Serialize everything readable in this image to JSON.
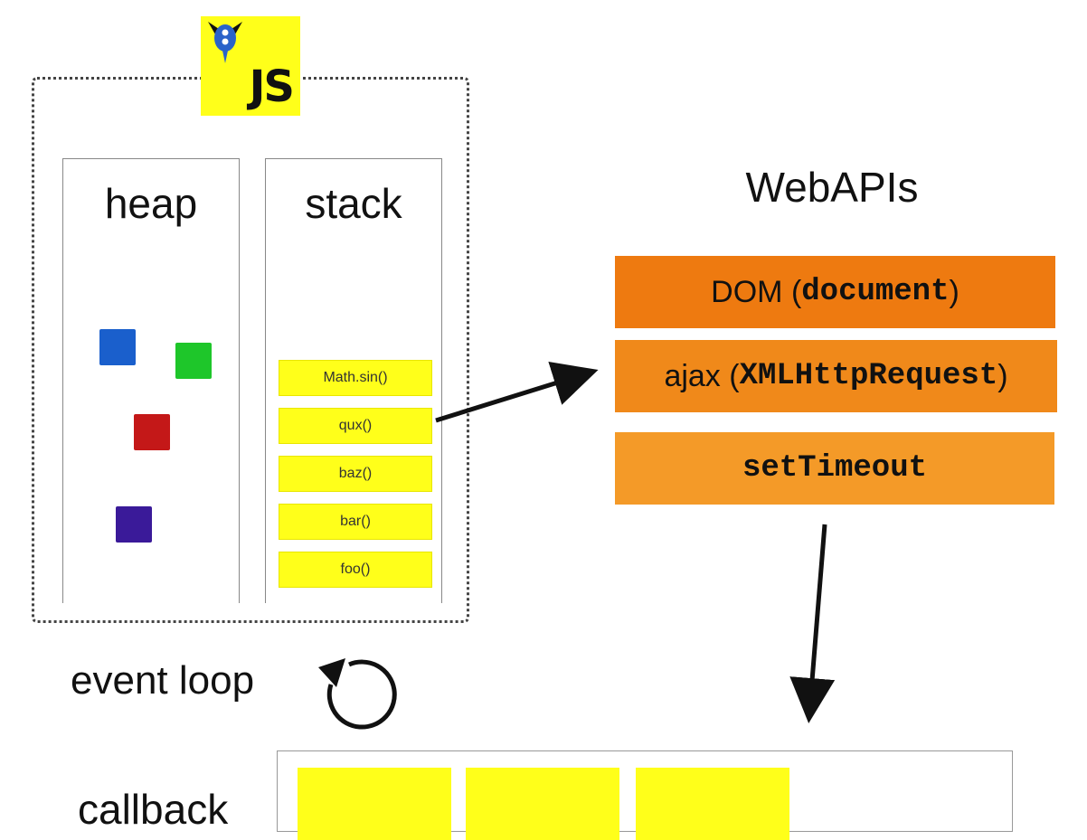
{
  "logo": {
    "text": "JS"
  },
  "heap": {
    "title": "heap",
    "objects": [
      {
        "color": "#1a5fcc"
      },
      {
        "color": "#1ec62a"
      },
      {
        "color": "#c41818"
      },
      {
        "color": "#3a1a99"
      }
    ]
  },
  "stack": {
    "title": "stack",
    "frames": [
      "Math.sin()",
      "qux()",
      "baz()",
      "bar()",
      "foo()"
    ]
  },
  "webapis": {
    "title": "WebAPIs",
    "items": [
      {
        "plain": "DOM (",
        "code": "document",
        "tail": ")",
        "color": "#ee7a10"
      },
      {
        "plain": "ajax (",
        "code": "XMLHttpRequest",
        "tail": ")",
        "color": "#f0891a"
      },
      {
        "plain": "",
        "code": "setTimeout",
        "tail": "",
        "color": "#f49a28"
      }
    ]
  },
  "event_loop": {
    "label": "event loop"
  },
  "callback_queue": {
    "label": "callback",
    "message_count": 3
  }
}
